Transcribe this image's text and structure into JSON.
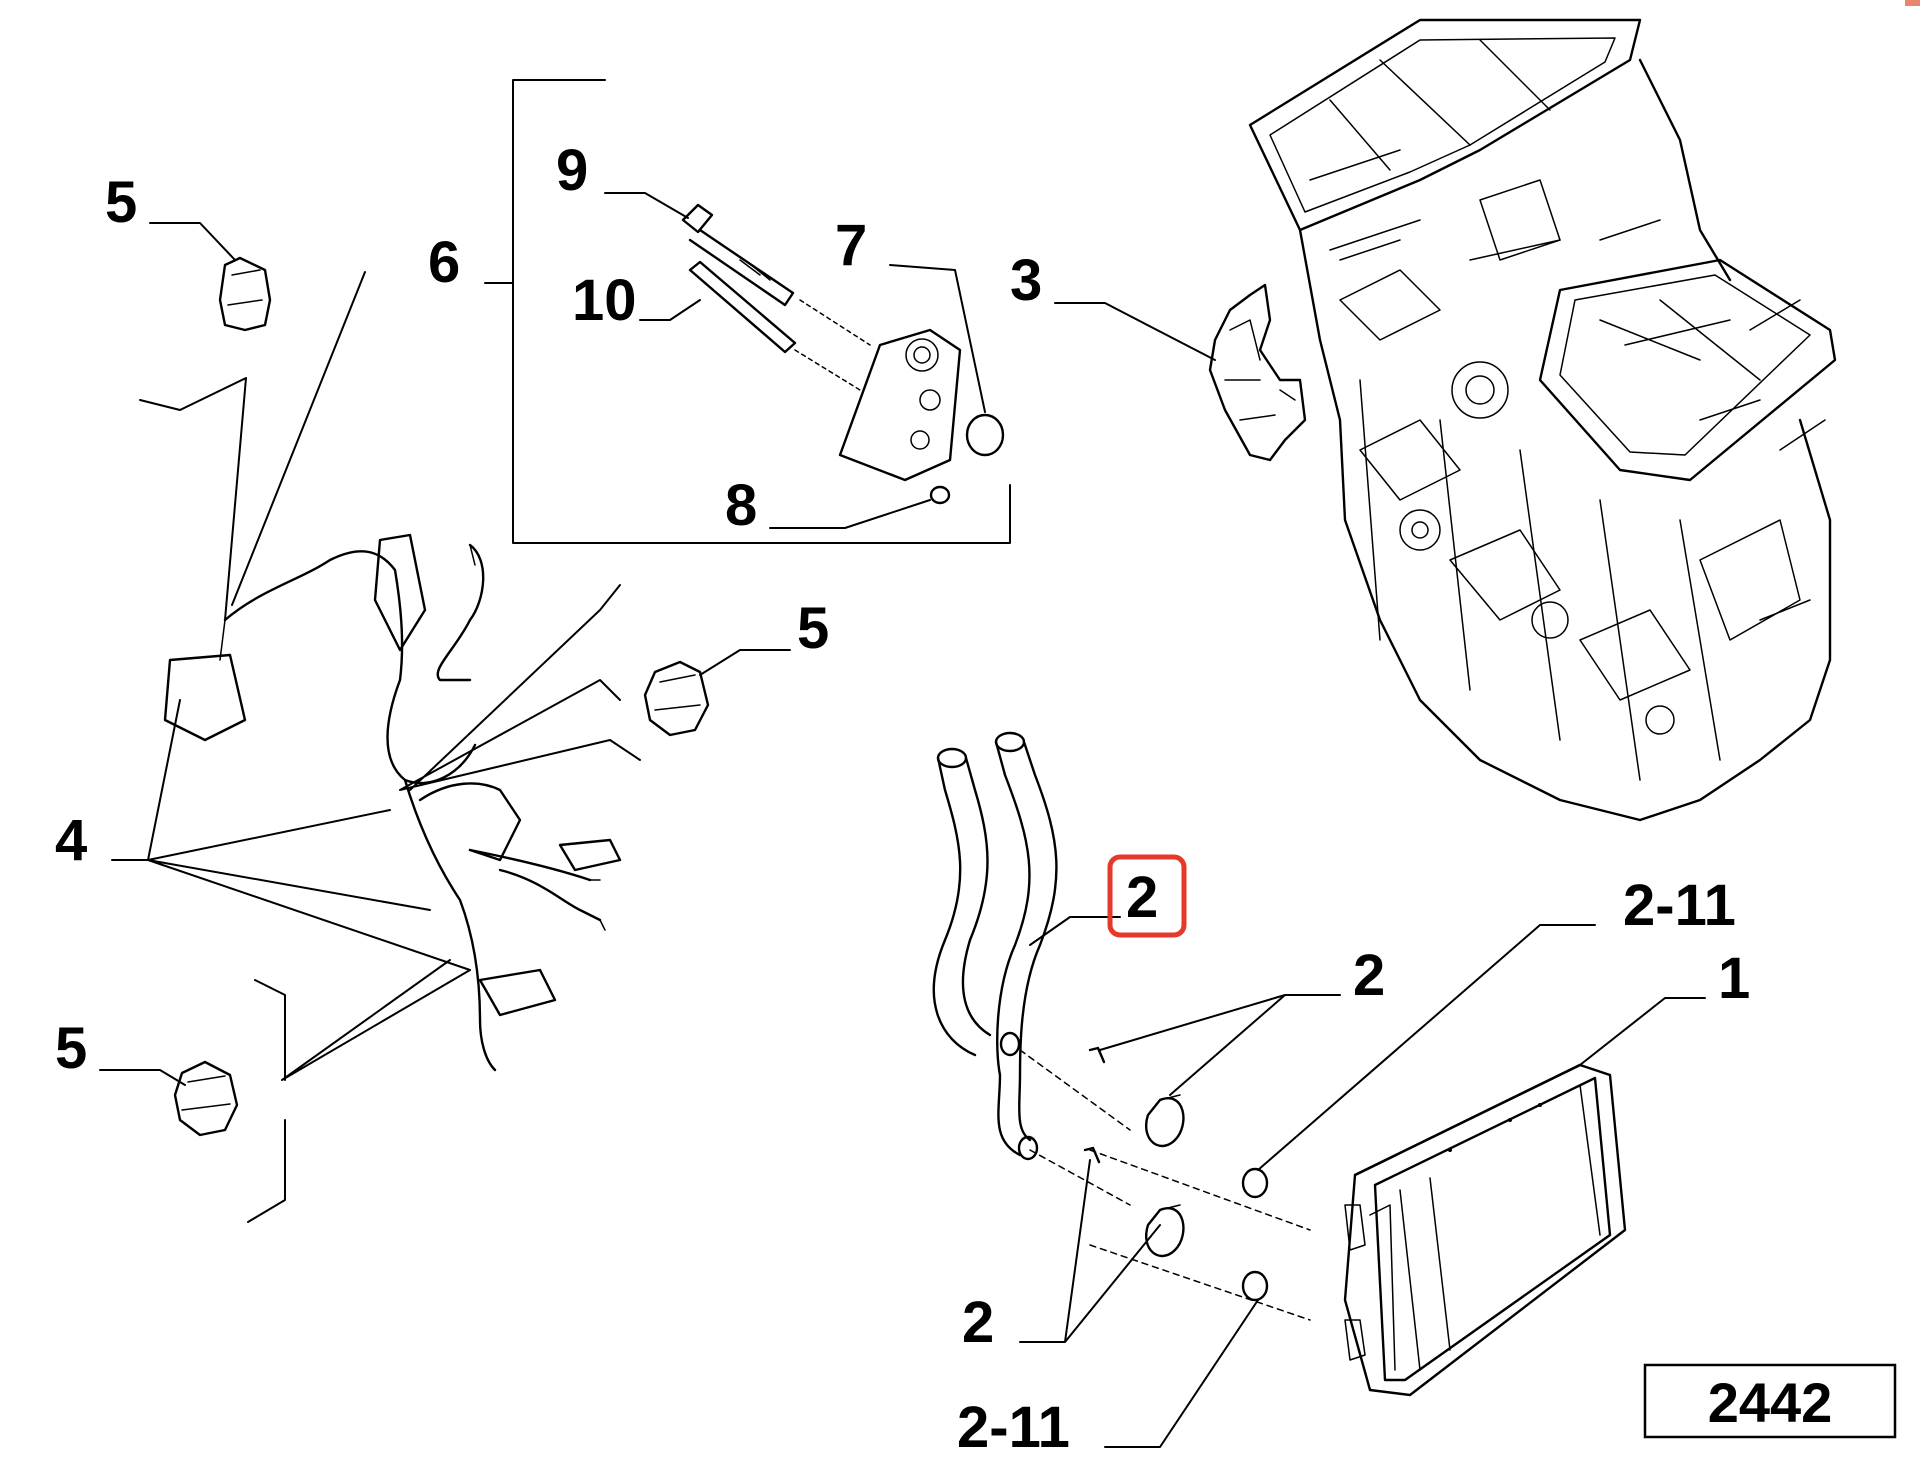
{
  "labels": {
    "clip_top": "5",
    "clip_right": "5",
    "clip_bottom": "5",
    "group_6": "6",
    "screw_9": "9",
    "pin_10": "10",
    "oring_7": "7",
    "oring_8": "8",
    "bracket_3": "3",
    "harness_4": "4",
    "pipe_2_highlight": "2",
    "clamp_2_upper": "2",
    "clamp_2_lower": "2",
    "seal_2_11_upper": "2-11",
    "seal_2_11_lower": "2-11",
    "heater_core_1": "1",
    "figure_number": "2442"
  },
  "colors": {
    "line": "#000000",
    "background": "#ffffff",
    "highlight": "#e53a2a"
  }
}
